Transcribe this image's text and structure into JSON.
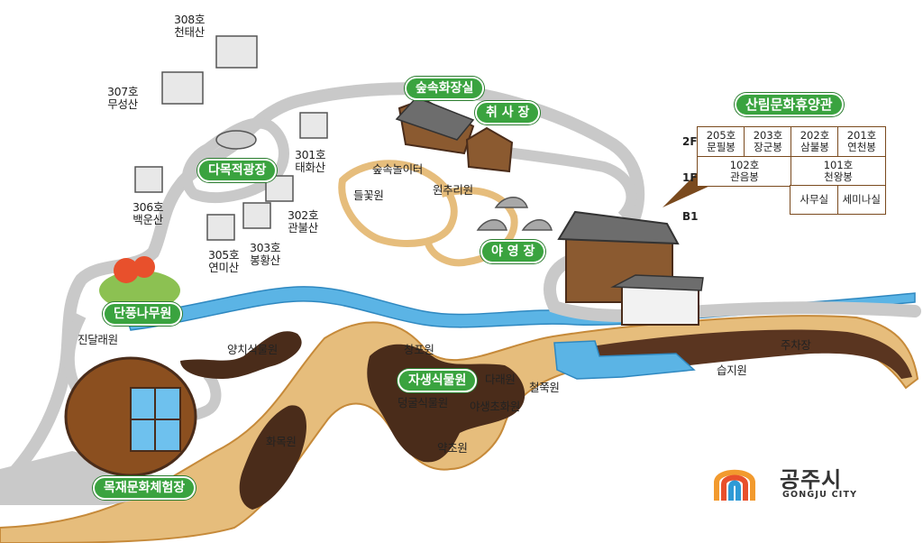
{
  "map": {
    "green_labels": {
      "forest_healing_room": "숲속화장실",
      "cooking_area": "취 사 장",
      "multipurpose_plaza": "다목적광장",
      "camping_site": "야 영 장",
      "native_plant_garden": "자생식물원",
      "maple_garden": "단풍나무원",
      "wood_culture_center": "목재문화체험장",
      "forest_culture_lodge": "산림문화휴양관"
    },
    "cabins": {
      "c308": {
        "number": "308호",
        "name": "천태산"
      },
      "c307": {
        "number": "307호",
        "name": "무성산"
      },
      "c306": {
        "number": "306호",
        "name": "백운산"
      },
      "c305": {
        "number": "305호",
        "name": "연미산"
      },
      "c303": {
        "number": "303호",
        "name": "봉황산"
      },
      "c302": {
        "number": "302호",
        "name": "관불산"
      },
      "c301": {
        "number": "301호",
        "name": "태화산"
      }
    },
    "places": {
      "forest_playground": "숲속놀이터",
      "wildflower_garden": "들꽃원",
      "picnic_garden": "원추리원",
      "azalea_garden": "진달래원",
      "fern_garden": "양치식물원",
      "iris_garden": "창포원",
      "tea_garden": "다래원",
      "royal_azalea_garden": "철쭉원",
      "vine_garden": "덩굴식물원",
      "wildflower_medicinal": "야생초화원",
      "herb_garden": "약초원",
      "tree_garden": "화목원",
      "parking": "주차장",
      "wetland": "습지원"
    },
    "lodge_table": {
      "floors": {
        "f2": "2F",
        "f1": "1F",
        "b1": "B1"
      },
      "row2f": [
        {
          "number": "205호",
          "name": "문필봉"
        },
        {
          "number": "203호",
          "name": "장군봉"
        },
        {
          "number": "202호",
          "name": "삼불봉"
        },
        {
          "number": "201호",
          "name": "연천봉"
        }
      ],
      "row1f": [
        {
          "number": "102호",
          "name": "관음봉"
        },
        {
          "number": "101호",
          "name": "천왕봉"
        }
      ],
      "rowb1": [
        "사무실",
        "세미나실"
      ]
    },
    "logo": {
      "name": "공주시",
      "subtitle": "GONGJU CITY"
    },
    "colors": {
      "road": "#c9c9c9",
      "trail": "#e8c07e",
      "trail_edge": "#c98a35",
      "water": "#5bb4e5",
      "dark_soil": "#4a2c1a",
      "green": "#3aa33f",
      "brown": "#7a4a1e"
    }
  }
}
